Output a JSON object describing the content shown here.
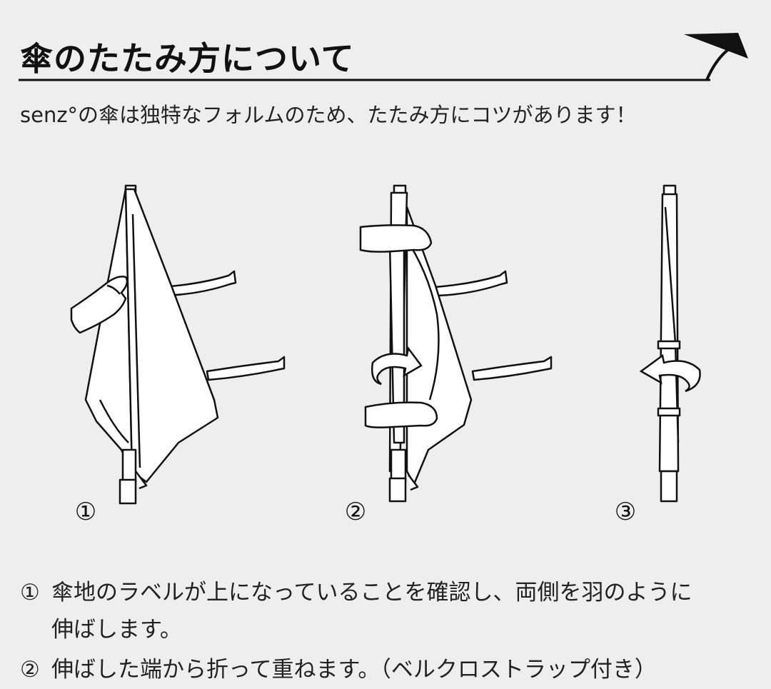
{
  "title": "傘のたたみ方について",
  "intro": "senz°の傘は独特なフォルムのため、たたみ方にコツがあります！",
  "steps": [
    {
      "marker": "①",
      "text_line1": "傘地のラベルが上になっていることを確認し、両側を羽のように",
      "text_line2": "伸ばします。"
    },
    {
      "marker": "②",
      "text_line1": "伸ばした端から折って重ねます。（ベルクロストラップ付き）"
    }
  ],
  "figure_markers": [
    "①",
    "②",
    "③"
  ],
  "colors": {
    "background": "#eeeeee",
    "ink": "#1a1a1a",
    "fabric": "#ffffff"
  },
  "icons": [
    "senz-logo-icon",
    "umbrella-illustration",
    "hand-icon",
    "rotate-arrow-icon"
  ]
}
